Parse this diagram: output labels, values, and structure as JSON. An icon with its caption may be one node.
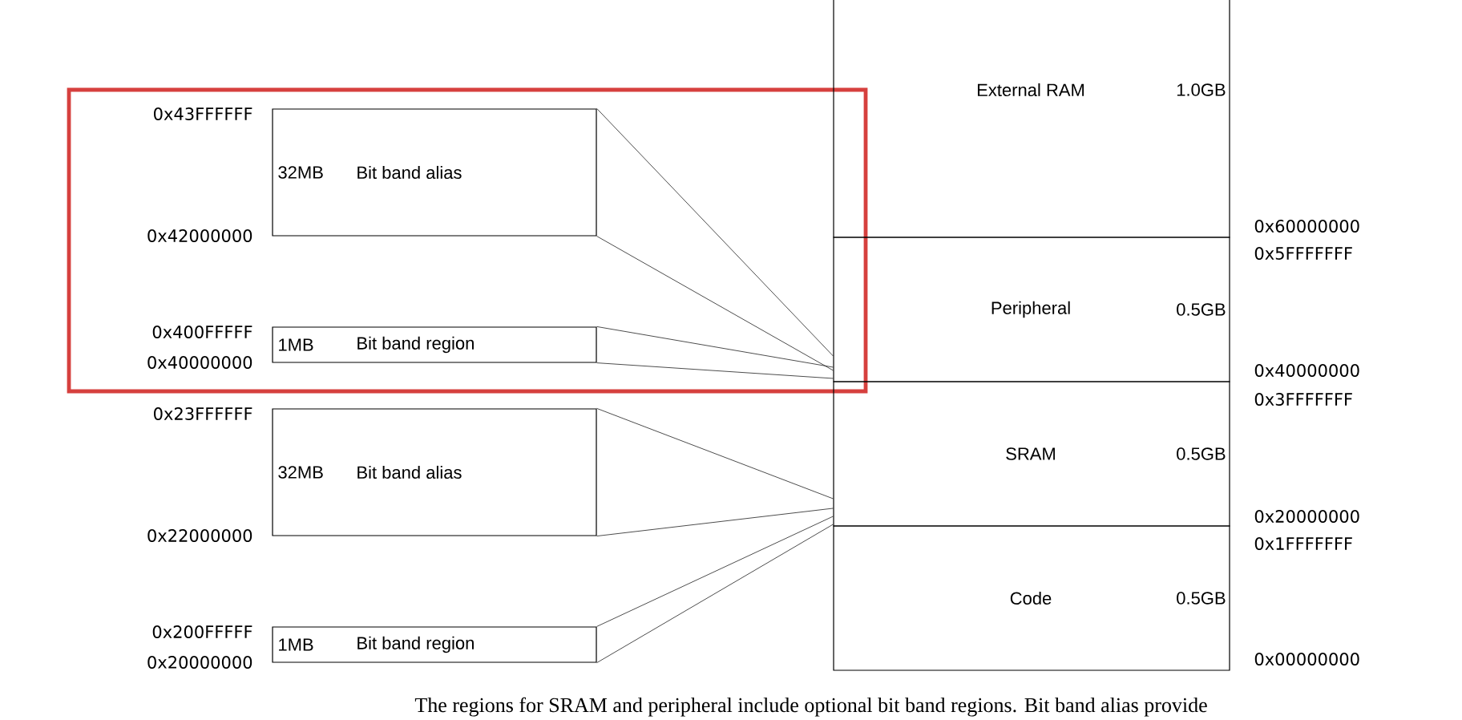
{
  "diagram": {
    "caption": "The regions for SRAM and peripheral include optional bit band regions. Bit band alias provide",
    "nodes": [
      {
        "text": [
          "32MB",
          "Bit band alias"
        ],
        "beside": [
          "0x43FFFFFF",
          "0x42000000"
        ]
      },
      {
        "text": [
          "1MB",
          "Bit band region"
        ],
        "beside": [
          "0x400FFFFF",
          "0x40000000"
        ]
      },
      {
        "text": [
          "32MB",
          "Bit band alias"
        ],
        "beside": [
          "0x23FFFFFF",
          "0x22000000"
        ]
      },
      {
        "text": [
          "1MB",
          "Bit band region"
        ],
        "beside": [
          "0x200FFFFF",
          "0x20000000"
        ]
      },
      {
        "text": [
          "External RAM",
          "1.0GB"
        ]
      },
      {
        "text": [
          "Peripheral",
          "0.5GB"
        ]
      },
      {
        "text": [
          "SRAM",
          "0.5GB"
        ]
      },
      {
        "text": [
          "Code",
          "0.5GB"
        ]
      }
    ],
    "edges": [
      {
        "from": 0,
        "to": 5,
        "arrow": "none"
      },
      {
        "from": 0,
        "to": 5,
        "arrow": "none"
      },
      {
        "from": 1,
        "to": 5,
        "arrow": "none"
      },
      {
        "from": 1,
        "to": 5,
        "arrow": "none"
      },
      {
        "from": 2,
        "to": 6,
        "arrow": "none"
      },
      {
        "from": 2,
        "to": 6,
        "arrow": "none"
      },
      {
        "from": 3,
        "to": 6,
        "arrow": "none"
      },
      {
        "from": 3,
        "to": 6,
        "arrow": "none"
      }
    ],
    "labels": [
      "0x60000000",
      "0x5FFFFFFF",
      "0x40000000",
      "0x3FFFFFFF",
      "0x20000000",
      "0x1FFFFFFF",
      "0x00000000"
    ]
  }
}
